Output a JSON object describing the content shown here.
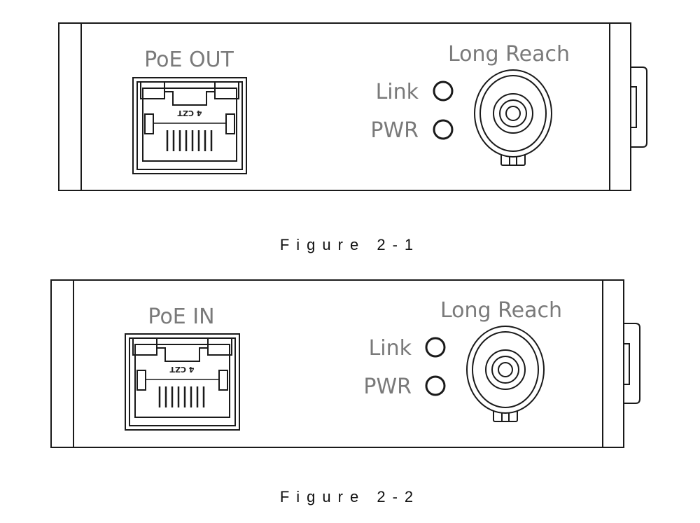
{
  "figures": [
    {
      "port_label": "PoE OUT",
      "connector_label": "Long Reach",
      "led_link_label": "Link",
      "led_pwr_label": "PWR",
      "jack_marking": "4 CZT",
      "caption": "Figure 2-1"
    },
    {
      "port_label": "PoE IN",
      "connector_label": "Long Reach",
      "led_link_label": "Link",
      "led_pwr_label": "PWR",
      "jack_marking": "4 CZT",
      "caption": "Figure 2-2"
    }
  ],
  "colors": {
    "outline": "#1a1a1a",
    "label_gray": "#7a7a7a"
  }
}
